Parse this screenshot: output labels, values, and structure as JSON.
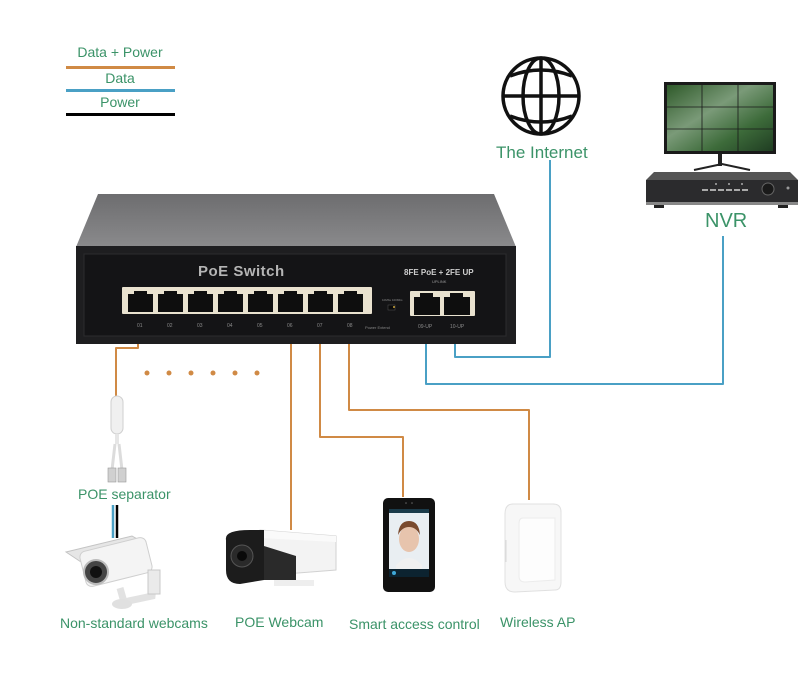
{
  "legend": {
    "items": [
      {
        "label": "Data + Power",
        "color": "#d08a45"
      },
      {
        "label": "Data",
        "color": "#4aa0c5"
      },
      {
        "label": "Power",
        "color": "#000000"
      }
    ]
  },
  "colors": {
    "label_text": "#3b9368",
    "data_power_wire": "#d08a45",
    "data_wire": "#4aa0c5",
    "power_wire": "#000000",
    "switch_body": "#1e1e20"
  },
  "switch": {
    "title": "PoE Switch",
    "model": "8FE PoE + 2FE UP",
    "uplink_label": "UPLINK",
    "switch_mode": "10Mbs 100Mbs",
    "indicator_label": "Power Extend",
    "ports": [
      "01",
      "02",
      "03",
      "04",
      "05",
      "06",
      "07",
      "08"
    ],
    "uplink_ports": [
      "09-UP",
      "10-UP"
    ]
  },
  "nodes": {
    "internet": {
      "label": "The Internet",
      "icon": "globe-icon"
    },
    "nvr": {
      "label": "NVR",
      "icon": "nvr-monitor-icon"
    },
    "poe_separator": {
      "label": "POE separator",
      "icon": "poe-separator-icon"
    },
    "non_standard_webcams": {
      "label": "Non-standard webcams",
      "icon": "bullet-camera-icon"
    },
    "poe_webcam": {
      "label": "POE Webcam",
      "icon": "bullet-camera-icon"
    },
    "smart_access_control": {
      "label": "Smart access control",
      "icon": "face-terminal-icon"
    },
    "wireless_ap": {
      "label": "Wireless AP",
      "icon": "access-point-icon"
    }
  },
  "ellipsis_dots": 6
}
